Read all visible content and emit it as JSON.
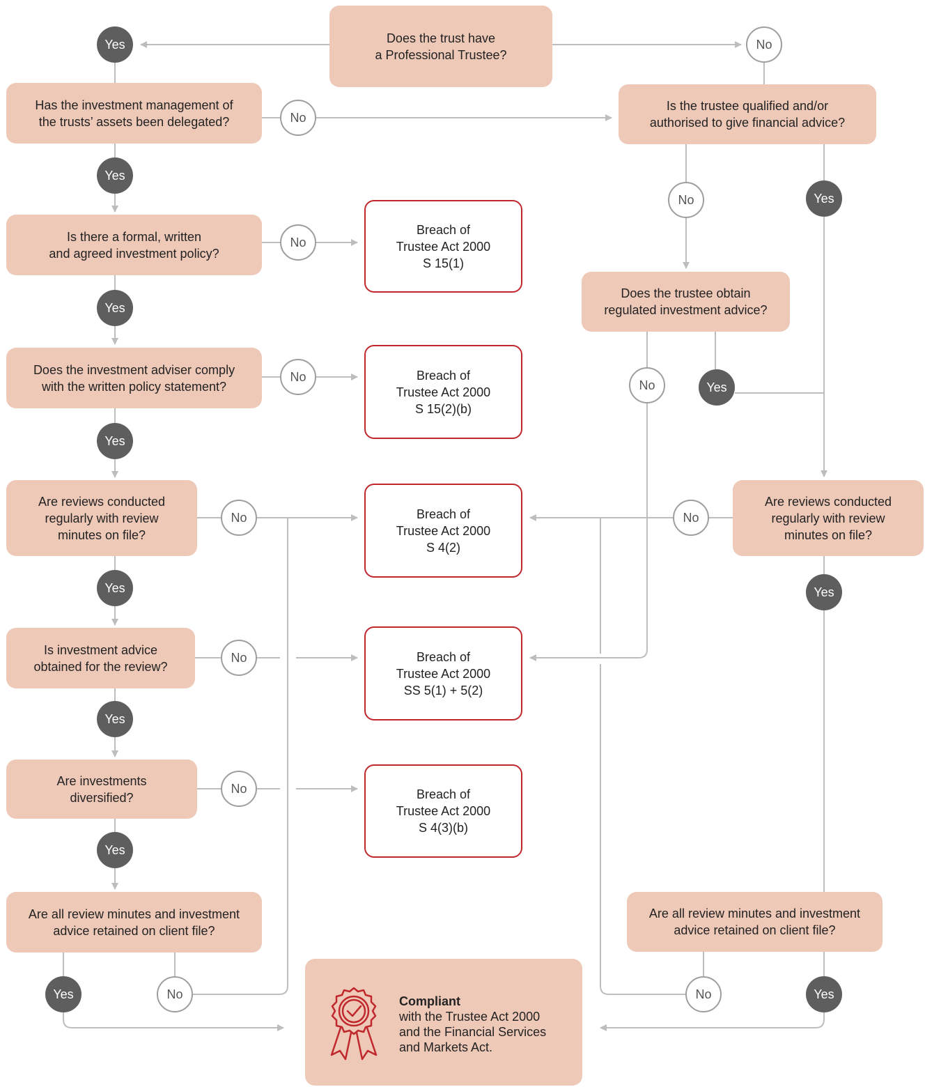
{
  "questions": {
    "q_professional": "Does the trust have\na Professional Trustee?",
    "q_delegated": "Has the investment management of\nthe trusts’ assets been delegated?",
    "q_qualified": "Is the trustee qualified and/or\nauthorised to give financial advice?",
    "q_policy": "Is there a formal, written\nand agreed investment policy?",
    "q_obtain_advice": "Does the trustee obtain\nregulated investment advice?",
    "q_adviser_comply": "Does the investment adviser comply\nwith the written policy statement?",
    "q_reviews_left": "Are reviews conducted\nregularly with review\nminutes on file?",
    "q_reviews_right": "Are reviews conducted\nregularly with review\nminutes on file?",
    "q_advice_review": "Is investment advice\nobtained for the review?",
    "q_diversified": "Are investments\ndiversified?",
    "q_retained_left": "Are all review minutes and investment\nadvice retained on client file?",
    "q_retained_right": "Are all review minutes and investment\nadvice retained on client file?"
  },
  "breaches": {
    "b_s15_1": "Breach of\nTrustee Act 2000\nS 15(1)",
    "b_s15_2b": "Breach of\nTrustee Act 2000\nS 15(2)(b)",
    "b_s4_2": "Breach of\nTrustee Act 2000\nS 4(2)",
    "b_ss5": "Breach of\nTrustee Act 2000\nSS 5(1) + 5(2)",
    "b_s4_3b": "Breach of\nTrustee Act 2000\nS 4(3)(b)"
  },
  "compliant": {
    "title": "Compliant",
    "body": "with the Trustee Act 2000\nand the Financial Services\nand Markets Act."
  },
  "labels": {
    "yes": "Yes",
    "no": "No"
  },
  "colors": {
    "question_fill": "#efc9b8",
    "breach_border": "#c0282d",
    "yes_fill": "#5e5e5e",
    "no_border": "#9e9e9e",
    "connector": "#bdbdbd"
  }
}
